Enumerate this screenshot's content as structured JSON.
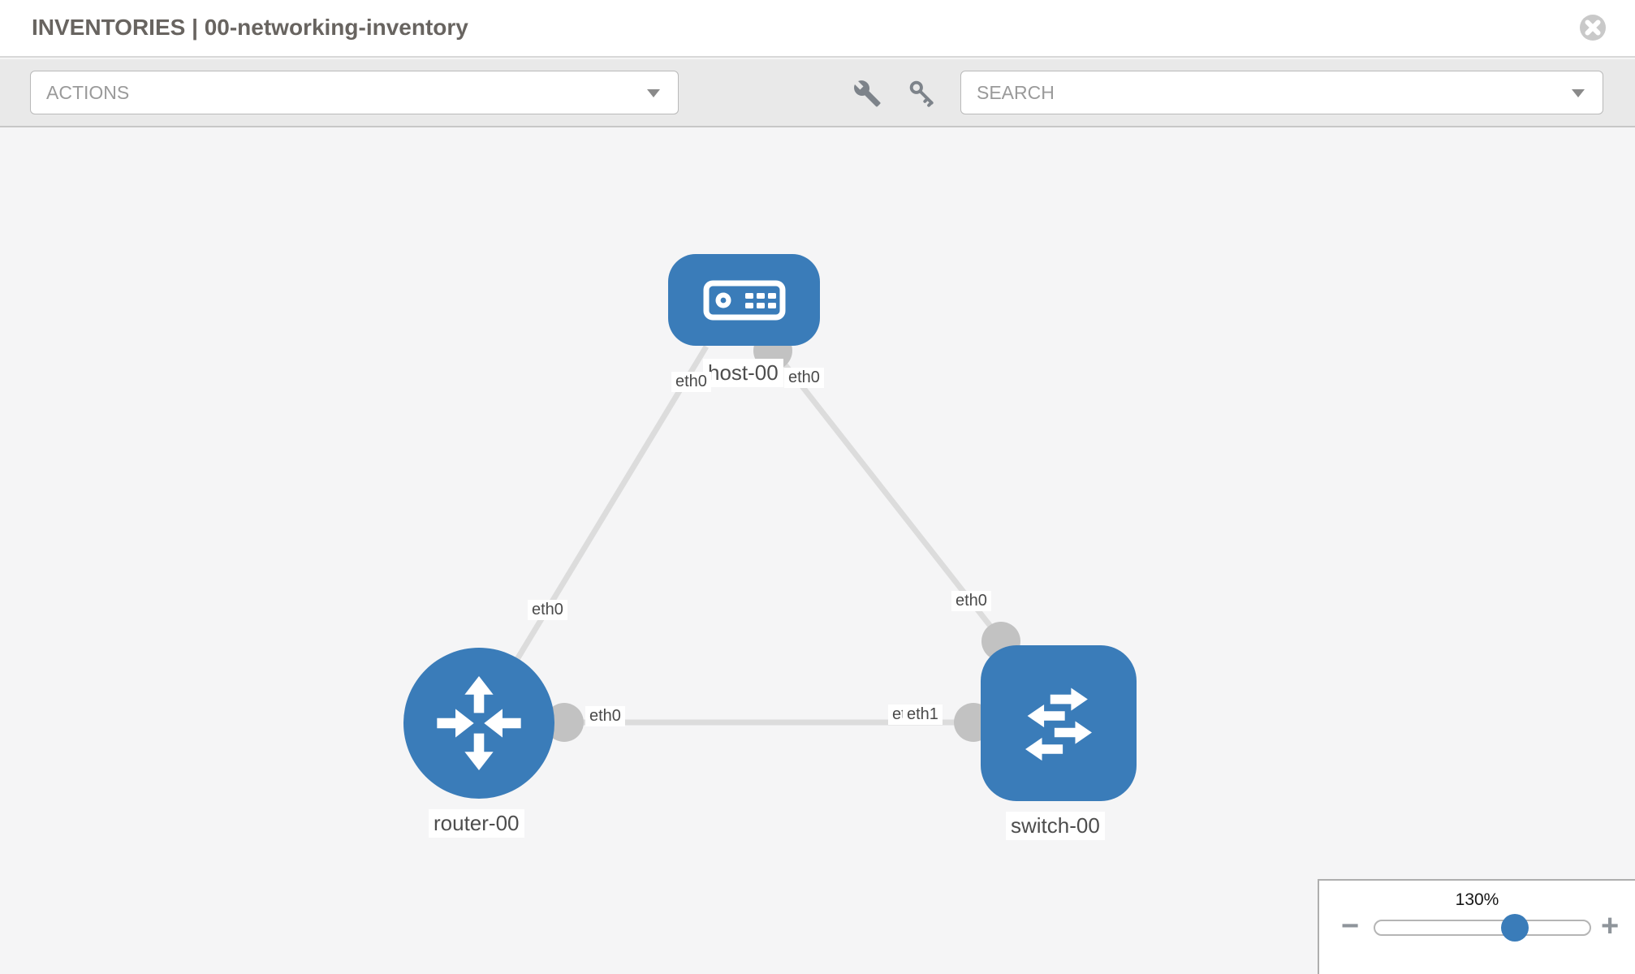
{
  "header": {
    "title": "INVENTORIES | 00-networking-inventory"
  },
  "toolbar": {
    "actions_label": "ACTIONS",
    "search_label": "SEARCH"
  },
  "topology": {
    "nodes": [
      {
        "label": "host-00",
        "type": "host"
      },
      {
        "label": "router-00",
        "type": "router"
      },
      {
        "label": "switch-00",
        "type": "switch"
      }
    ],
    "links": [
      {
        "from": "router-00",
        "from_iface": "eth0",
        "to": "host-00",
        "to_iface": "eth0"
      },
      {
        "from": "switch-00",
        "from_iface": "eth0",
        "to": "host-00",
        "to_iface": "eth0"
      },
      {
        "from": "router-00",
        "from_iface": "eth0",
        "to": "switch-00",
        "to_iface": "eth1",
        "to_iface_underlay": "eth0"
      }
    ]
  },
  "zoom_control": {
    "value": "130%",
    "minus_label": "−",
    "plus_label": "+"
  },
  "colors": {
    "node_blue": "#3a7cb9",
    "link_gray": "#dcdcdc",
    "endpoint_gray": "#c2c2c2",
    "toolbar_gray": "#e9e9e9",
    "canvas_gray": "#f5f5f6"
  }
}
